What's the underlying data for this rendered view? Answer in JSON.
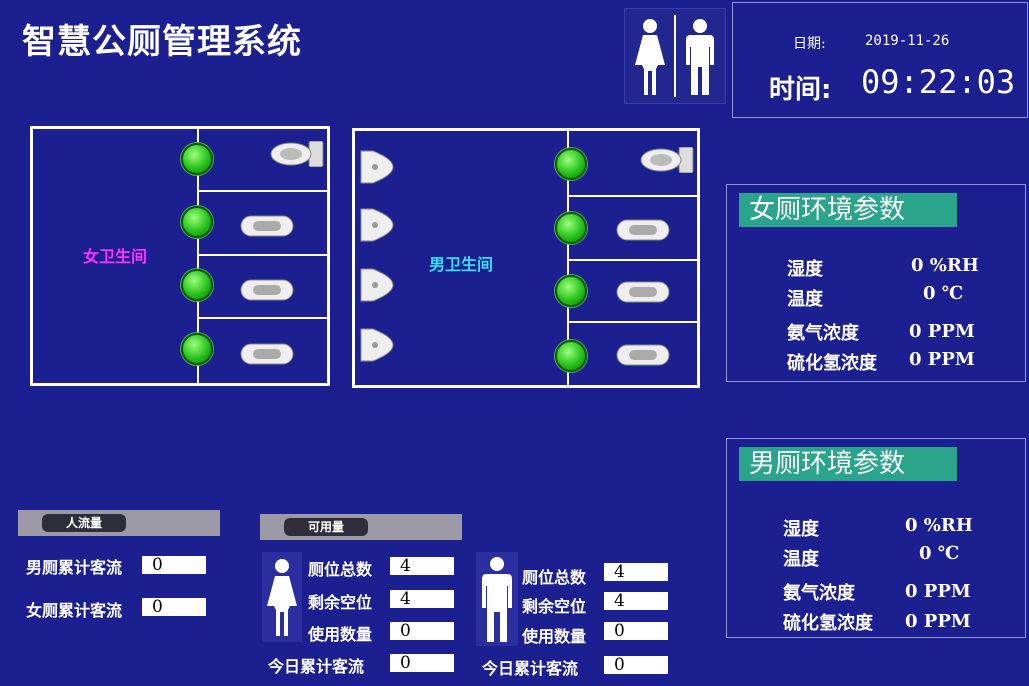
{
  "header": {
    "title": "智慧公厕管理系统",
    "date_label": "日期:",
    "date_value": "2019-11-26",
    "time_label": "时间:",
    "time_value": "09:22:03"
  },
  "female_room": {
    "label": "女卫生间",
    "label_color": "#ff33ff",
    "stalls": 4
  },
  "male_room": {
    "label": "男卫生间",
    "label_color": "#33e0ff",
    "stalls": 4,
    "urinals": 4
  },
  "female_env": {
    "title": "女厕环境参数",
    "humidity_label": "湿度",
    "humidity_value": "0 %RH",
    "temperature_label": "温度",
    "temperature_value": "0 ℃",
    "ammonia_label": "氨气浓度",
    "ammonia_value": "0 PPM",
    "h2s_label": "硫化氢浓度",
    "h2s_value": "0 PPM"
  },
  "male_env": {
    "title": "男厕环境参数",
    "humidity_label": "湿度",
    "humidity_value": "0 %RH",
    "temperature_label": "温度",
    "temperature_value": "0 ℃",
    "ammonia_label": "氨气浓度",
    "ammonia_value": "0 PPM",
    "h2s_label": "硫化氢浓度",
    "h2s_value": "0 PPM"
  },
  "traffic": {
    "tab_label": "人流量",
    "male_total_label": "男厕累计客流",
    "male_total_value": "0",
    "female_total_label": "女厕累计客流",
    "female_total_value": "0"
  },
  "availability": {
    "tab_label": "可用量",
    "female": {
      "total_label": "厕位总数",
      "total_value": "4",
      "free_label": "剩余空位",
      "free_value": "4",
      "used_label": "使用数量",
      "used_value": "0",
      "today_label": "今日累计客流",
      "today_value": "0"
    },
    "male": {
      "total_label": "厕位总数",
      "total_value": "4",
      "free_label": "剩余空位",
      "free_value": "4",
      "used_label": "使用数量",
      "used_value": "0",
      "today_label": "今日累计客流",
      "today_value": "0"
    }
  },
  "colors": {
    "background": "#1c1f8f",
    "env_title": "#2aa48a",
    "lamp": "#27c21c"
  }
}
